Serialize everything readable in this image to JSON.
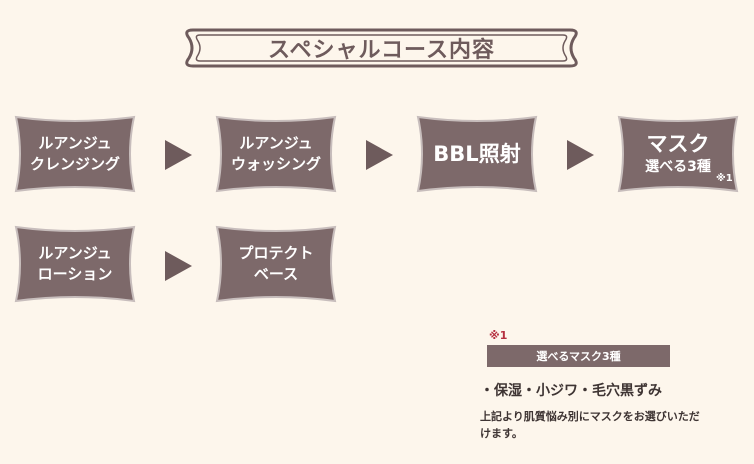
{
  "title": "スペシャルコース内容",
  "steps": [
    {
      "line1": "ルアンジュ",
      "line2": "クレンジング"
    },
    {
      "line1": "ルアンジュ",
      "line2": "ウォッシング"
    },
    {
      "label": "BBL照射"
    },
    {
      "line1": "マスク",
      "line2": "選べる3種",
      "note": "※1"
    },
    {
      "line1": "ルアンジュ",
      "line2": "ローション"
    },
    {
      "line1": "プロテクト",
      "line2": "ベース"
    }
  ],
  "note": {
    "mark": "※1",
    "heading": "選べるマスク3種",
    "benefits": "・保湿・小ジワ・毛穴黒ずみ",
    "description": "上記より肌質悩み別にマスクをお選びいただけます。"
  },
  "colors": {
    "pillow": "#7d696a",
    "pillow_edge": "#c7bdbc",
    "background": "#fdf6ec",
    "arrow": "#6e5b5c",
    "note_red": "#b5303f"
  }
}
